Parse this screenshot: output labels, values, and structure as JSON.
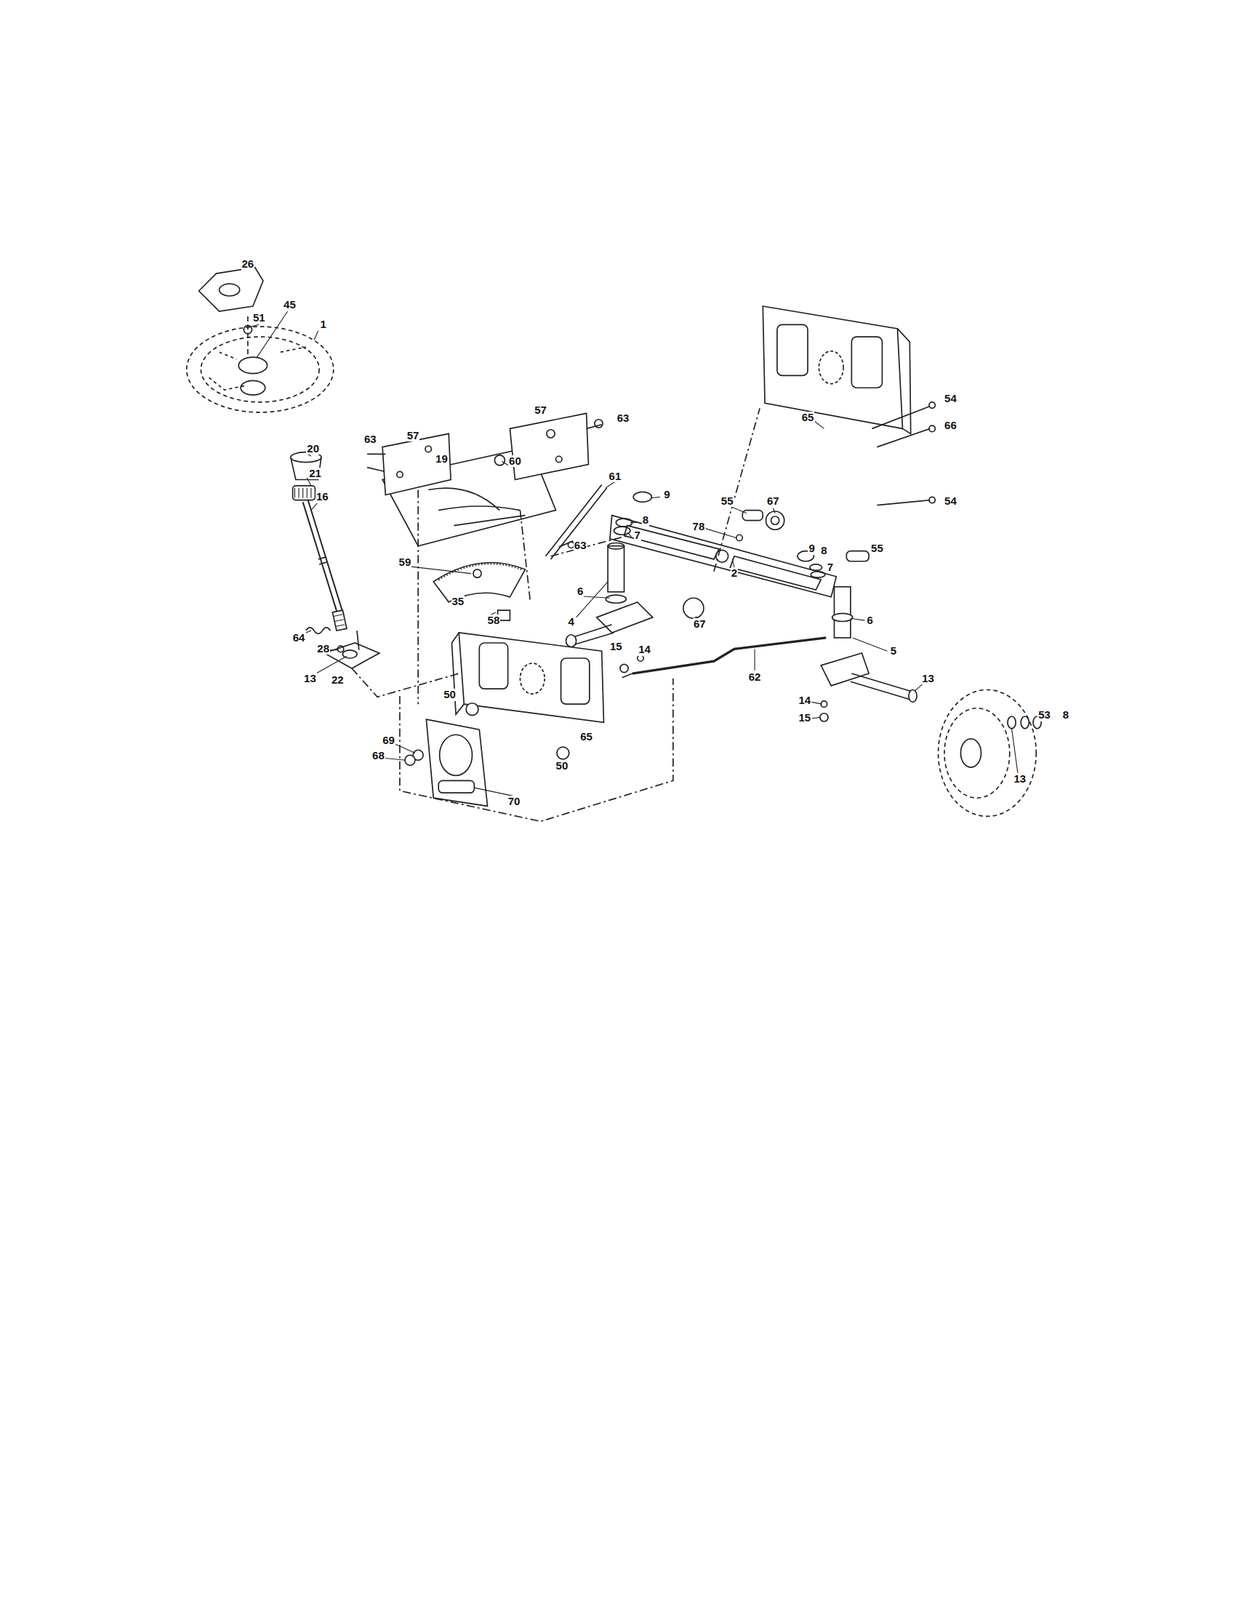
{
  "diagram": {
    "labels": [
      "26",
      "51",
      "45",
      "1",
      "20",
      "21",
      "16",
      "63",
      "57",
      "19",
      "57",
      "63",
      "60",
      "61",
      "9",
      "8",
      "7",
      "63",
      "59",
      "6",
      "35",
      "58",
      "4",
      "15",
      "14",
      "64",
      "28",
      "13",
      "22",
      "65",
      "54",
      "66",
      "54",
      "55",
      "67",
      "78",
      "9",
      "8",
      "7",
      "55",
      "2",
      "67",
      "6",
      "5",
      "62",
      "13",
      "14",
      "15",
      "53",
      "8",
      "13",
      "50",
      "65",
      "50",
      "69",
      "68",
      "70"
    ]
  }
}
